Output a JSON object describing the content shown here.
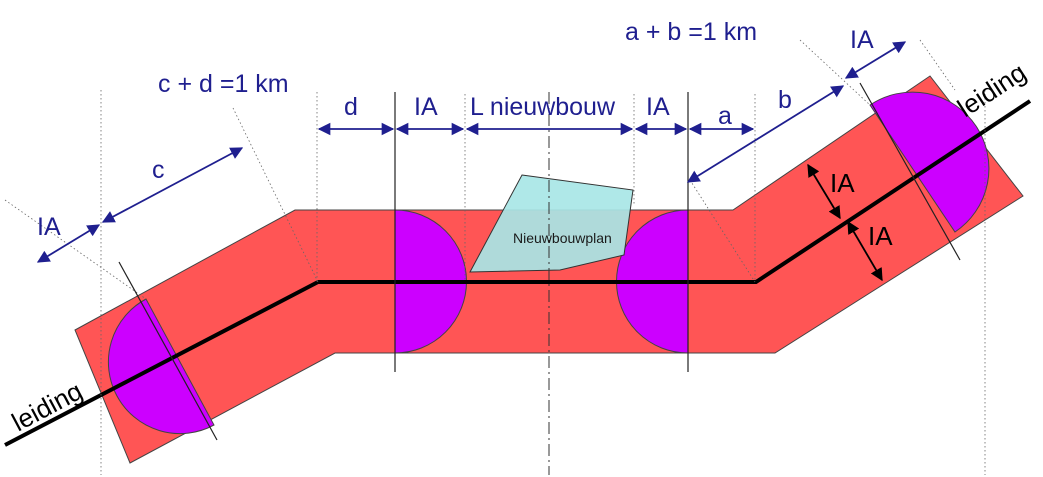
{
  "labels": {
    "ab_eq": "a + b =1 km",
    "cd_eq": "c + d =1 km",
    "ia": "IA",
    "d": "d",
    "c": "c",
    "a": "a",
    "b": "b",
    "l_nieuwbouw": "L nieuwbouw",
    "nieuwbouwplan": "Nieuwbouwplan",
    "leiding": "leiding"
  },
  "colors": {
    "corridor": "#ff5555",
    "circle": "#cc00ff",
    "plan": "#a8e6e6",
    "dimension": "#1f1f8f",
    "pipeline": "#000000"
  }
}
